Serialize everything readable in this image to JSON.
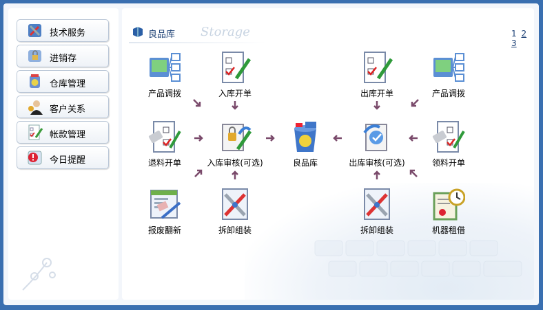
{
  "sidebar": {
    "items": [
      {
        "label": "技术服务",
        "icon": "tools-icon"
      },
      {
        "label": "进销存",
        "icon": "lock-cycle-icon"
      },
      {
        "label": "仓库管理",
        "icon": "warehouse-bin-icon"
      },
      {
        "label": "客户关系",
        "icon": "customer-icon"
      },
      {
        "label": "帐款管理",
        "icon": "checklist-icon"
      },
      {
        "label": "今日提醒",
        "icon": "alert-icon"
      }
    ]
  },
  "header": {
    "title": "良品库",
    "watermark": "Storage",
    "pages": [
      "1",
      "2",
      "3"
    ]
  },
  "flow": {
    "transfer_left": "产品调拨",
    "stock_in_form": "入库开单",
    "stock_out_form": "出库开单",
    "transfer_right": "产品调拨",
    "return_form": "退料开单",
    "stock_in_review": "入库审核(可选)",
    "good_store": "良品库",
    "stock_out_review": "出库审核(可选)",
    "requisition_form": "领料开单",
    "scrap_renew": "报废翻新",
    "disassemble_left": "拆卸组装",
    "disassemble_right": "拆卸组装",
    "machine_rental": "机器租借"
  },
  "colors": {
    "background": "#3a6fb0",
    "arrow": "#7a4a6b",
    "title": "#1a3e73"
  }
}
